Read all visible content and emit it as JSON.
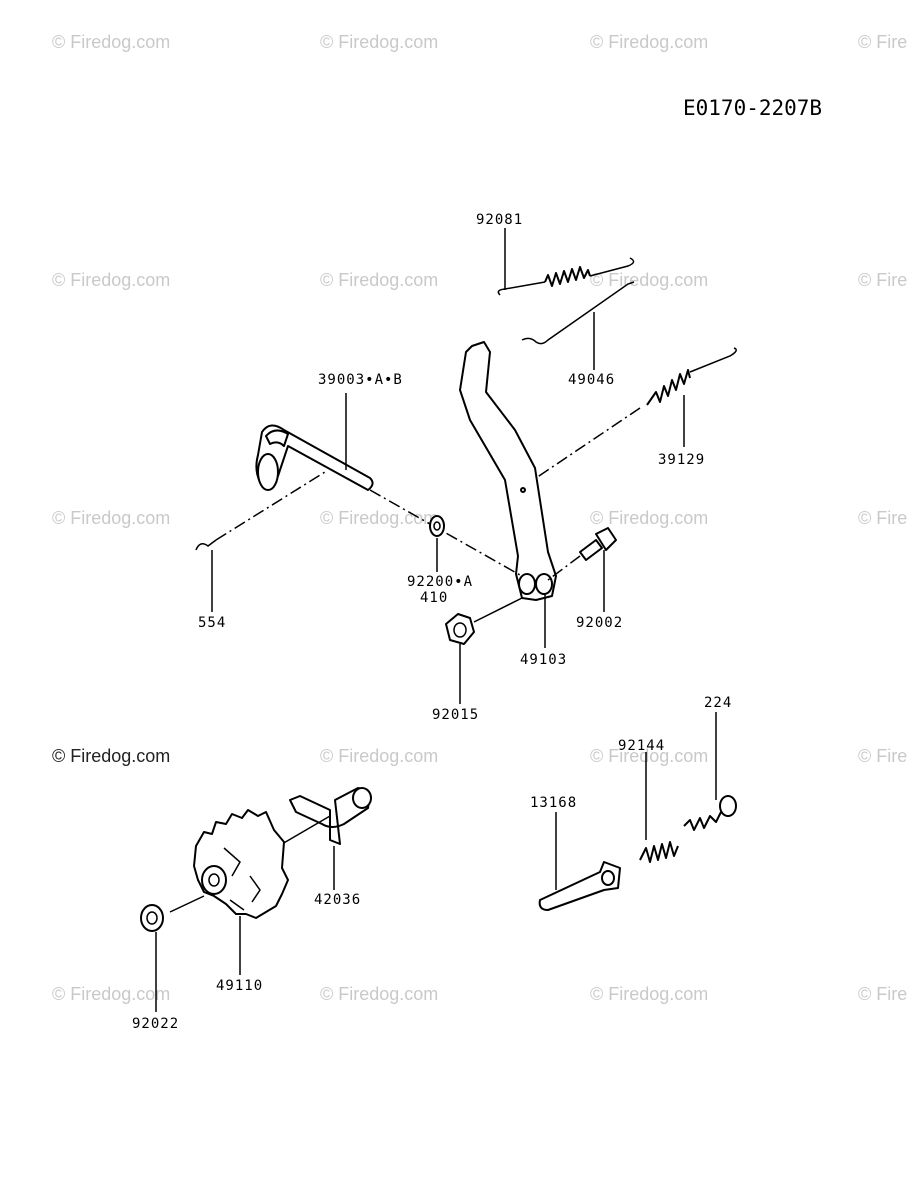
{
  "doc_code": "E0170-2207B",
  "watermark": "© Firedog.com",
  "watermark_partial": "© Fire",
  "parts": {
    "p92081": "92081",
    "p49046": "49046",
    "p39003": "39003•A•B",
    "p39129": "39129",
    "p554": "554",
    "p92200a": "92200•A",
    "p410": "410",
    "p92002": "92002",
    "p49103": "49103",
    "p92015": "92015",
    "p224": "224",
    "p92144": "92144",
    "p13168": "13168",
    "p42036": "42036",
    "p49110": "49110",
    "p92022": "92022"
  }
}
